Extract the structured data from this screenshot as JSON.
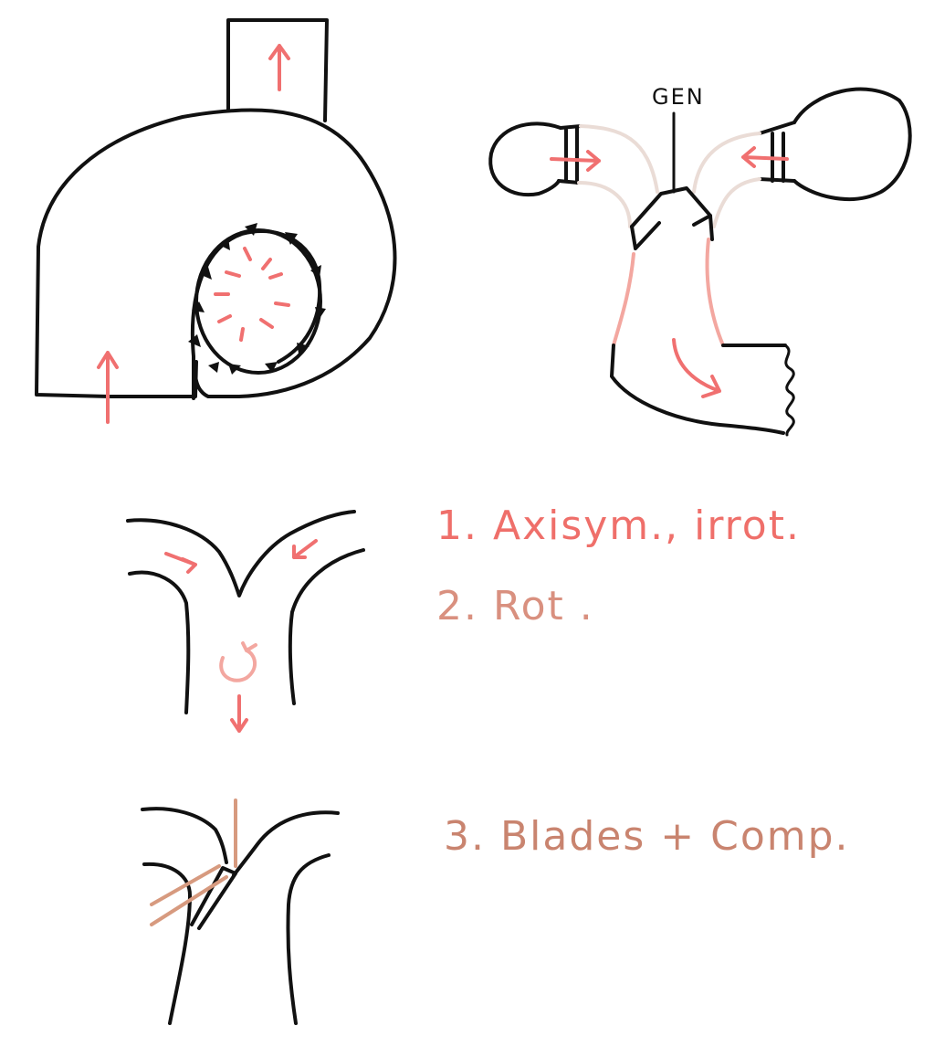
{
  "generator_label": "GEN",
  "notes": [
    {
      "text": "1.  Axisym., irrot.",
      "color": "#ef6f6a"
    },
    {
      "text": "2.  Rot .",
      "color": "#d9907f"
    },
    {
      "text": "3.  Blades + Comp.",
      "color": "#c9846f",
      "comp_color": "#111111"
    }
  ],
  "colors": {
    "ink": "#111111",
    "flow_arrow": "#f07070",
    "pipe_pink": "#f3a7a0",
    "faint_pipe": "#eadcd6",
    "tan": "#d79a7f"
  }
}
